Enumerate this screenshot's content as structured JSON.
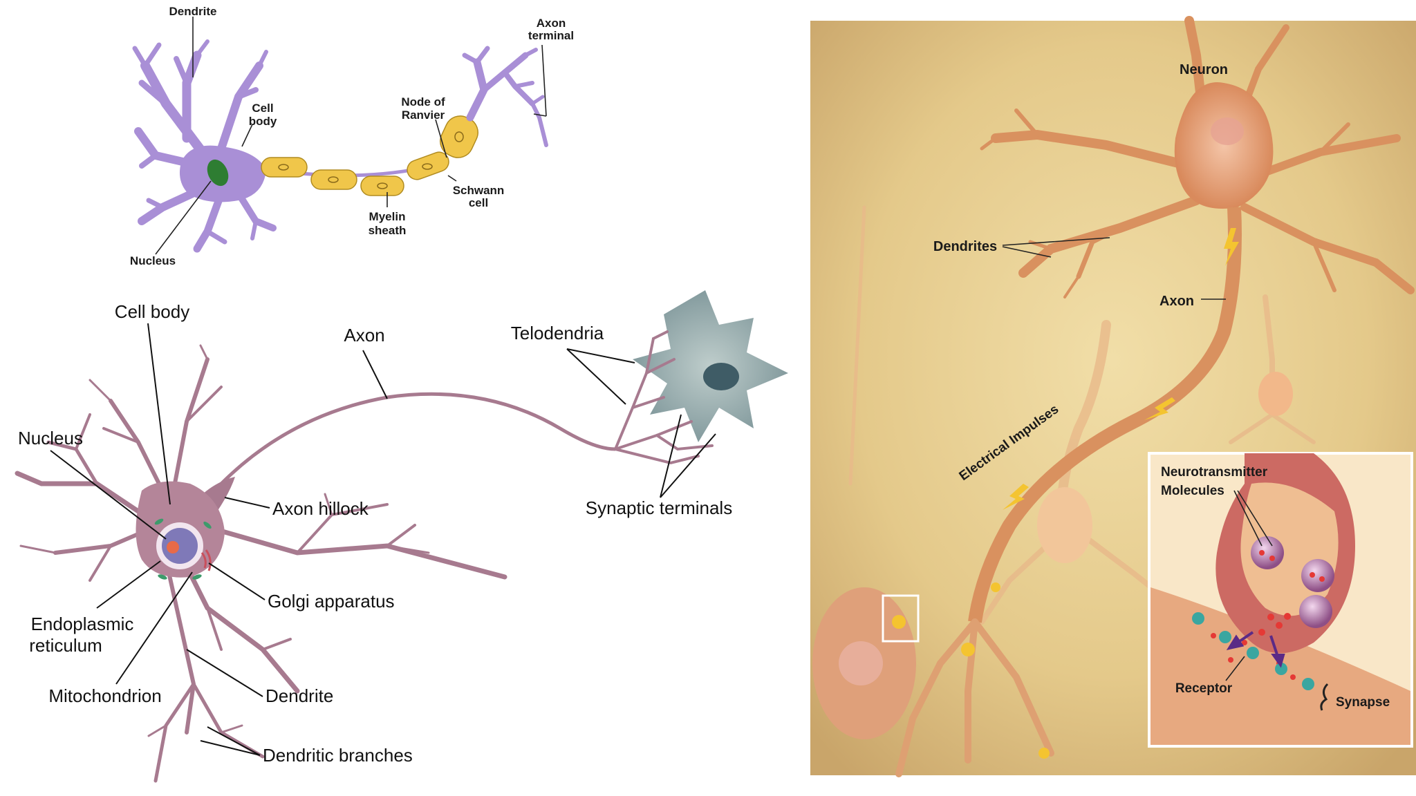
{
  "panel_a": {
    "labels": {
      "dendrite": "Dendrite",
      "cell_body_1": "Cell",
      "cell_body_2": "body",
      "nucleus": "Nucleus",
      "myelin_1": "Myelin",
      "myelin_2": "sheath",
      "node_1": "Node of",
      "node_2": "Ranvier",
      "schwann_1": "Schwann",
      "schwann_2": "cell",
      "axon_terminal_1": "Axon",
      "axon_terminal_2": "terminal"
    },
    "colors": {
      "neuron": "#a98fd6",
      "myelin": "#f0c64a",
      "nucleus": "#2e7d32"
    }
  },
  "panel_b": {
    "labels": {
      "cell_body": "Cell body",
      "axon": "Axon",
      "telodendria": "Telodendria",
      "nucleus": "Nucleus",
      "axon_hillock": "Axon hillock",
      "synaptic_terminals": "Synaptic terminals",
      "golgi": "Golgi apparatus",
      "er_1": "Endoplasmic",
      "er_2": "reticulum",
      "mitochondrion": "Mitochondrion",
      "dendrite": "Dendrite",
      "dendritic_branches": "Dendritic branches"
    },
    "colors": {
      "neuron": "#a77a8f",
      "target_cell": "#8fa6a8"
    }
  },
  "panel_c": {
    "labels": {
      "neuron": "Neuron",
      "dendrites": "Dendrites",
      "axon": "Axon",
      "impulses": "Electrical Impulses",
      "nt_1": "Neurotransmitter",
      "nt_2": "Molecules",
      "receptor": "Receptor",
      "synapse": "Synapse"
    },
    "colors": {
      "background": "#e7cf92",
      "neuron": "#d9915f",
      "impulse": "#f4c430"
    }
  }
}
